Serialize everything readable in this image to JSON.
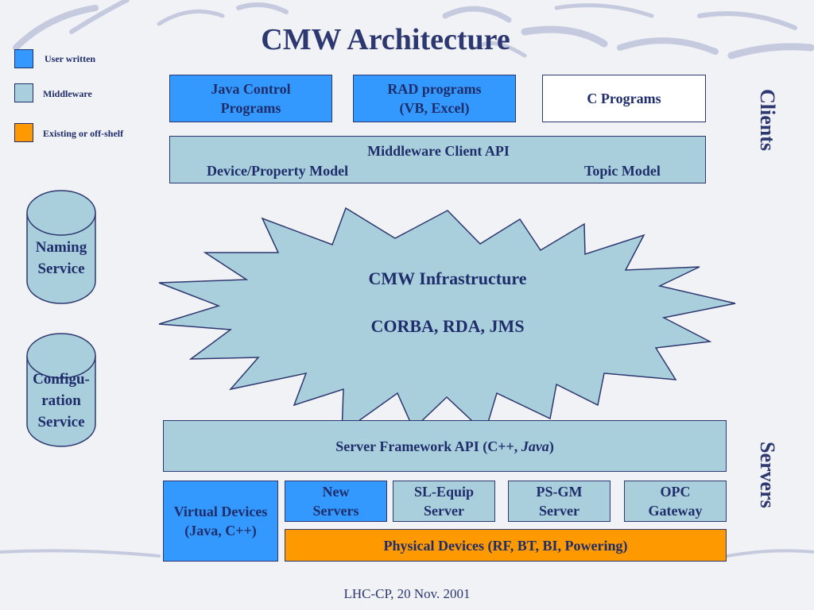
{
  "title": "CMW Architecture",
  "legend": [
    {
      "label": "User written",
      "color": "#3399ff"
    },
    {
      "label": "Middleware",
      "color": "#a9cfdc"
    },
    {
      "label": "Existing or off-shelf",
      "color": "#ff9900"
    }
  ],
  "clients": {
    "side_label": "Clients",
    "java": [
      "Java Control",
      "Programs"
    ],
    "rad": [
      "RAD programs",
      "(VB, Excel)"
    ],
    "c": "C Programs",
    "api_title": "Middleware Client API",
    "api_left": "Device/Property Model",
    "api_right": "Topic Model"
  },
  "services": {
    "naming": [
      "Naming",
      "Service"
    ],
    "config": [
      "Configu-",
      "ration",
      "Service"
    ]
  },
  "infrastructure": {
    "line1": "CMW Infrastructure",
    "line2": "CORBA, RDA, JMS"
  },
  "servers": {
    "side_label": "Servers",
    "framework_text": "Server Framework API (C++, ",
    "framework_italic": "Java",
    "framework_close": ")",
    "virtual": [
      "Virtual Devices",
      "(Java, C++)"
    ],
    "new": [
      "New",
      "Servers"
    ],
    "slequip": [
      "SL-Equip",
      "Server"
    ],
    "psgm": [
      "PS-GM",
      "Server"
    ],
    "opc": [
      "OPC",
      "Gateway"
    ],
    "physical": "Physical Devices (RF, BT, BI, Powering)"
  },
  "footer": "LHC-CP, 20 Nov. 2001",
  "colors": {
    "user_written": "#3399ff",
    "middleware": "#a9cfdc",
    "off_shelf": "#ff9900",
    "text": "#1f2d6b"
  }
}
